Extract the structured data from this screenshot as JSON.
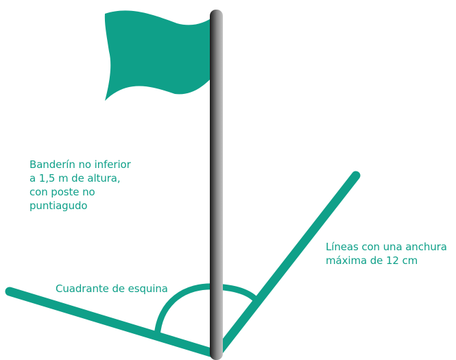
{
  "colors": {
    "accent": "#0fa089",
    "pole_dark": "#1e1e1e",
    "pole_light": "#bdbdbd",
    "background": "#ffffff"
  },
  "labels": {
    "flag": [
      "Banderín no inferior",
      "a 1,5 m de altura,",
      "con poste no",
      "puntiagudo"
    ],
    "line_width": [
      "Líneas con una anchura",
      "máxima de 12 cm"
    ],
    "quadrant": "Cuadrante de esquina"
  }
}
